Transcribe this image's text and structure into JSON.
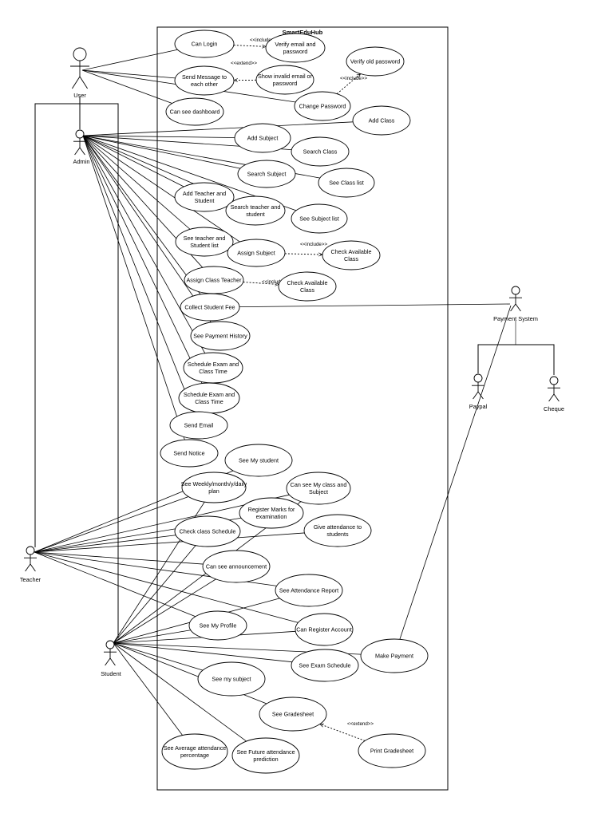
{
  "system": {
    "title": "SmartEduHub"
  },
  "actors": {
    "user": "User",
    "admin": "Admin",
    "teacher": "Teacher",
    "student": "Student",
    "payment_system": "Payment System",
    "paypal": "Paypal",
    "cheque": "Cheque"
  },
  "use_cases": {
    "can_login": [
      "Can Login"
    ],
    "verify_email": [
      "Verify email and",
      "password"
    ],
    "show_invalid": [
      "Show invalid email or",
      "password"
    ],
    "verify_old_password": [
      "Verify old password"
    ],
    "send_message": [
      "Send Message to",
      "each other"
    ],
    "change_password": [
      "Change Password"
    ],
    "can_see_dashboard": [
      "Can see dashboard"
    ],
    "add_class": [
      "Add Class"
    ],
    "add_subject": [
      "Add Subject"
    ],
    "search_class": [
      "Search Class"
    ],
    "search_subject": [
      "Search Subject"
    ],
    "see_class_list": [
      "See Class list"
    ],
    "add_teacher_student": [
      "Add Teacher and",
      "Student"
    ],
    "search_teacher_student": [
      "Search teacher and",
      "student"
    ],
    "see_subject_list": [
      "See Subject list"
    ],
    "see_teacher_student_list": [
      "See teacher and",
      "Student list"
    ],
    "assign_subject": [
      "Assign Subject"
    ],
    "check_available_class_1": [
      "Check Available",
      "Class"
    ],
    "assign_class_teacher": [
      "Assign Class Teacher"
    ],
    "check_available_class_2": [
      "Check Available",
      "Class"
    ],
    "collect_student_fee": [
      "Collect Student Fee"
    ],
    "see_payment_history": [
      "See Payment History"
    ],
    "schedule_exam_1": [
      "Schedule Exam and",
      "Class Time"
    ],
    "schedule_exam_2": [
      "Schedule Exam and",
      "Class Time"
    ],
    "send_email": [
      "Send Email"
    ],
    "send_notice": [
      "Send Notice"
    ],
    "see_my_student": [
      "See My student"
    ],
    "see_plan": [
      "See Weekly/month/y/daily",
      "plan"
    ],
    "see_class_subject": [
      "Can see My class and",
      "Subject"
    ],
    "register_marks": [
      "Register Marks for",
      "examination"
    ],
    "check_class_schedule": [
      "Check class Schedule"
    ],
    "give_attendance": [
      "Give attendance to",
      "students"
    ],
    "see_announcement": [
      "Can see announcement"
    ],
    "see_attendance_report": [
      "See Attendance Report"
    ],
    "see_my_profile": [
      "See My Profile"
    ],
    "register_account": [
      "Can Register Account"
    ],
    "make_payment": [
      "Make Payment"
    ],
    "see_exam_schedule": [
      "See Exam Schedule"
    ],
    "see_my_subject": [
      "See my subject"
    ],
    "see_gradesheet": [
      "See Gradesheet"
    ],
    "print_gradesheet": [
      "Print Gradesheet"
    ],
    "see_avg_attendance": [
      "See Average attendance",
      "percentage"
    ],
    "see_future_attendance": [
      "See Future attendance",
      "prediction"
    ]
  },
  "relations": {
    "include": "<<include>>",
    "extend": "<<extend>>"
  }
}
